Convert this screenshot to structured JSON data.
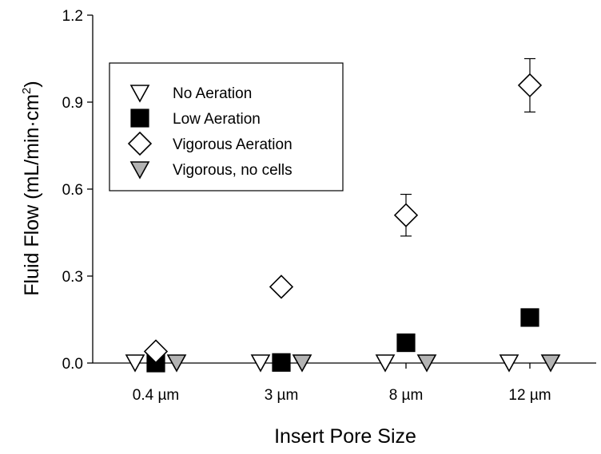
{
  "chart_data": {
    "type": "scatter",
    "categories": [
      "0.4 µm",
      "3 µm",
      "8 µm",
      "12 µm"
    ],
    "xlabel": "Insert Pore Size",
    "ylabel": "Fluid Flow (mL/min·cm",
    "ylabel_superscript": "2",
    "ylabel_close": ")",
    "ylim": [
      0,
      1.2
    ],
    "yticks": [
      "0.0",
      "0.3",
      "0.6",
      "0.9",
      "1.2"
    ],
    "yticks_values": [
      0,
      0.3,
      0.6,
      0.9,
      1.2
    ],
    "grid": false,
    "legend_position": "upper-left",
    "series": [
      {
        "name": "No Aeration",
        "marker": "triangle-down",
        "fill": "#ffffff",
        "stroke": "#000000",
        "values": [
          0,
          0,
          0,
          0
        ],
        "errors": [
          0,
          0,
          0,
          0
        ]
      },
      {
        "name": "Low Aeration",
        "marker": "square",
        "fill": "#000000",
        "stroke": "#000000",
        "values": [
          0,
          0.002,
          0.07,
          0.157
        ],
        "errors": [
          0,
          0,
          0,
          0
        ]
      },
      {
        "name": "Vigorous Aeration",
        "marker": "diamond",
        "fill": "#ffffff",
        "stroke": "#000000",
        "values": [
          0.04,
          0.263,
          0.51,
          0.958
        ],
        "errors": [
          0,
          0,
          0.072,
          0.092
        ]
      },
      {
        "name": "Vigorous, no cells",
        "marker": "triangle-down",
        "fill": "#b3b3b3",
        "stroke": "#000000",
        "values": [
          0,
          0,
          0,
          0
        ],
        "errors": [
          0,
          0,
          0,
          0
        ]
      }
    ]
  }
}
